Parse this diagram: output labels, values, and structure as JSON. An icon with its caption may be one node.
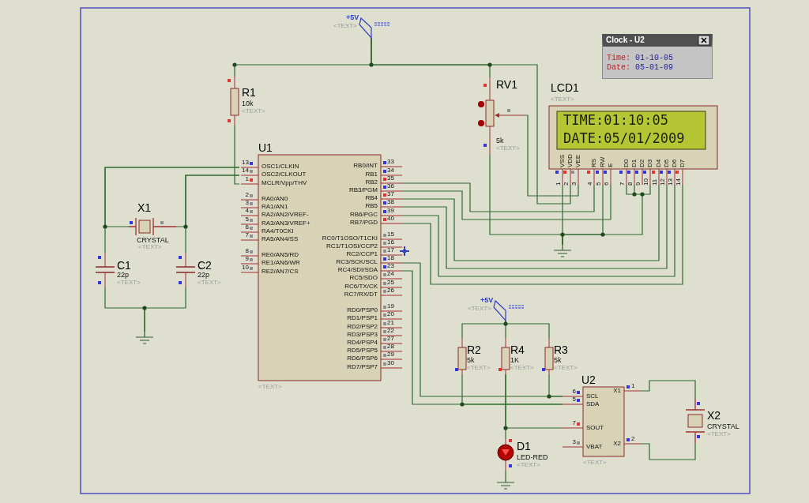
{
  "diagram": {
    "nodes": [
      {
        "text": [
          "+5V",
          "<TEXT>"
        ]
      },
      {
        "text": [
          "R1",
          "10k",
          "<TEXT>"
        ]
      },
      {
        "text": [
          "RV1",
          "5k",
          "<TEXT>"
        ]
      },
      {
        "text": [
          "LCD1",
          "TIME:01:10:05",
          "DATE:05/01/2009",
          "VSS",
          "VDD",
          "VEE",
          "RS",
          "RW",
          "E",
          "D0",
          "D1",
          "D2",
          "D3",
          "D4",
          "D5",
          "D6",
          "D7",
          "<TEXT>"
        ],
        "beside": [
          "1",
          "2",
          "3",
          "4",
          "5",
          "6",
          "7",
          "8",
          "9",
          "10",
          "11",
          "12",
          "13",
          "14"
        ]
      },
      {
        "text": [
          "Clock - U2",
          "Time:",
          "01-10-05",
          "Date:",
          "05-01-09"
        ]
      },
      {
        "text": [
          "U1",
          "OSC1/CLKIN",
          "OSC2/CLKOUT",
          "MCLR/Vpp/THV",
          "RA0/AN0",
          "RA1/AN1",
          "RA2/AN2/VREF-",
          "RA3/AN3/VREF+",
          "RA4/T0CKI",
          "RA5/AN4/SS",
          "RE0/AN5/RD",
          "RE1/AN6/WR",
          "RE2/AN7/CS",
          "RB0/INT",
          "RB1",
          "RB2",
          "RB3/PGM",
          "RB4",
          "RB5",
          "RB6/PGC",
          "RB7/PGD",
          "RC0/T1OSO/T1CKI",
          "RC1/T1OSI/CCP2",
          "RC2/CCP1",
          "RC3/SCK/SCL",
          "RC4/SDI/SDA",
          "RC5/SDO",
          "RC6/TX/CK",
          "RC7/RX/DT",
          "RD0/PSP0",
          "RD1/PSP1",
          "RD2/PSP2",
          "RD3/PSP3",
          "RD4/PSP4",
          "RD5/PSP5",
          "RD6/PSP6",
          "RD7/PSP7",
          "<TEXT>"
        ],
        "beside": [
          "13",
          "14",
          "1",
          "2",
          "3",
          "4",
          "5",
          "6",
          "7",
          "8",
          "9",
          "10",
          "33",
          "34",
          "35",
          "36",
          "37",
          "38",
          "39",
          "40",
          "15",
          "16",
          "17",
          "18",
          "23",
          "24",
          "25",
          "26",
          "19",
          "20",
          "21",
          "22",
          "27",
          "28",
          "29",
          "30"
        ]
      },
      {
        "text": [
          "X1",
          "CRYSTAL",
          "<TEXT>"
        ]
      },
      {
        "text": [
          "C1",
          "22p",
          "<TEXT>"
        ]
      },
      {
        "text": [
          "C2",
          "22p",
          "<TEXT>"
        ]
      },
      {
        "text": [],
        "shape": "ground"
      },
      {
        "text": [],
        "shape": "ground"
      },
      {
        "text": [
          "+5V",
          "<TEXT>"
        ]
      },
      {
        "text": [
          "R2",
          "5k",
          "<TEXT>"
        ]
      },
      {
        "text": [
          "R4",
          "1K",
          "<TEXT>"
        ]
      },
      {
        "text": [
          "R3",
          "5k",
          "<TEXT>"
        ]
      },
      {
        "text": [
          "U2",
          "SCL",
          "SDA",
          "SOUT",
          "VBAT",
          "X1",
          "X2",
          "<TEXT>"
        ],
        "beside": [
          "6",
          "5",
          "7",
          "3",
          "1",
          "2"
        ]
      },
      {
        "text": [
          "X2",
          "CRYSTAL",
          "<TEXT>"
        ]
      },
      {
        "text": [
          "D1",
          "LED-RED",
          "<TEXT>"
        ]
      },
      {
        "text": [],
        "shape": "ground"
      }
    ],
    "edges": [
      {
        "from": 0,
        "to": 1,
        "arrow": "none"
      },
      {
        "from": 0,
        "to": 2,
        "arrow": "none"
      },
      {
        "from": 0,
        "to": 3,
        "arrow": "none"
      },
      {
        "from": 1,
        "to": 5,
        "arrow": "none"
      },
      {
        "from": 2,
        "to": 3,
        "arrow": "none"
      },
      {
        "from": 2,
        "to": 10,
        "arrow": "none"
      },
      {
        "from": 3,
        "to": 10,
        "arrow": "none"
      },
      {
        "from": 3,
        "to": 10,
        "arrow": "none"
      },
      {
        "from": 3,
        "to": 10,
        "arrow": "none"
      },
      {
        "from": 5,
        "to": 6,
        "arrow": "none"
      },
      {
        "from": 5,
        "to": 7,
        "arrow": "none"
      },
      {
        "from": 5,
        "to": 6,
        "arrow": "none"
      },
      {
        "from": 5,
        "to": 8,
        "arrow": "none"
      },
      {
        "from": 7,
        "to": 9,
        "arrow": "none"
      },
      {
        "from": 8,
        "to": 9,
        "arrow": "none"
      },
      {
        "from": 5,
        "to": 3,
        "arrow": "none"
      },
      {
        "from": 5,
        "to": 3,
        "arrow": "none"
      },
      {
        "from": 5,
        "to": 3,
        "arrow": "none"
      },
      {
        "from": 5,
        "to": 3,
        "arrow": "none"
      },
      {
        "from": 5,
        "to": 3,
        "arrow": "none"
      },
      {
        "from": 5,
        "to": 3,
        "arrow": "none"
      },
      {
        "from": 5,
        "to": 15,
        "arrow": "none"
      },
      {
        "from": 5,
        "to": 15,
        "arrow": "none"
      },
      {
        "from": 11,
        "to": 12,
        "arrow": "none"
      },
      {
        "from": 11,
        "to": 13,
        "arrow": "none"
      },
      {
        "from": 11,
        "to": 14,
        "arrow": "none"
      },
      {
        "from": 14,
        "to": 15,
        "arrow": "none"
      },
      {
        "from": 12,
        "to": 15,
        "arrow": "none"
      },
      {
        "from": 13,
        "to": 15,
        "arrow": "none"
      },
      {
        "from": 13,
        "to": 17,
        "arrow": "none"
      },
      {
        "from": 17,
        "to": 18,
        "arrow": "none"
      },
      {
        "from": 15,
        "to": 16,
        "arrow": "none"
      },
      {
        "from": 15,
        "to": 16,
        "arrow": "none"
      }
    ]
  }
}
